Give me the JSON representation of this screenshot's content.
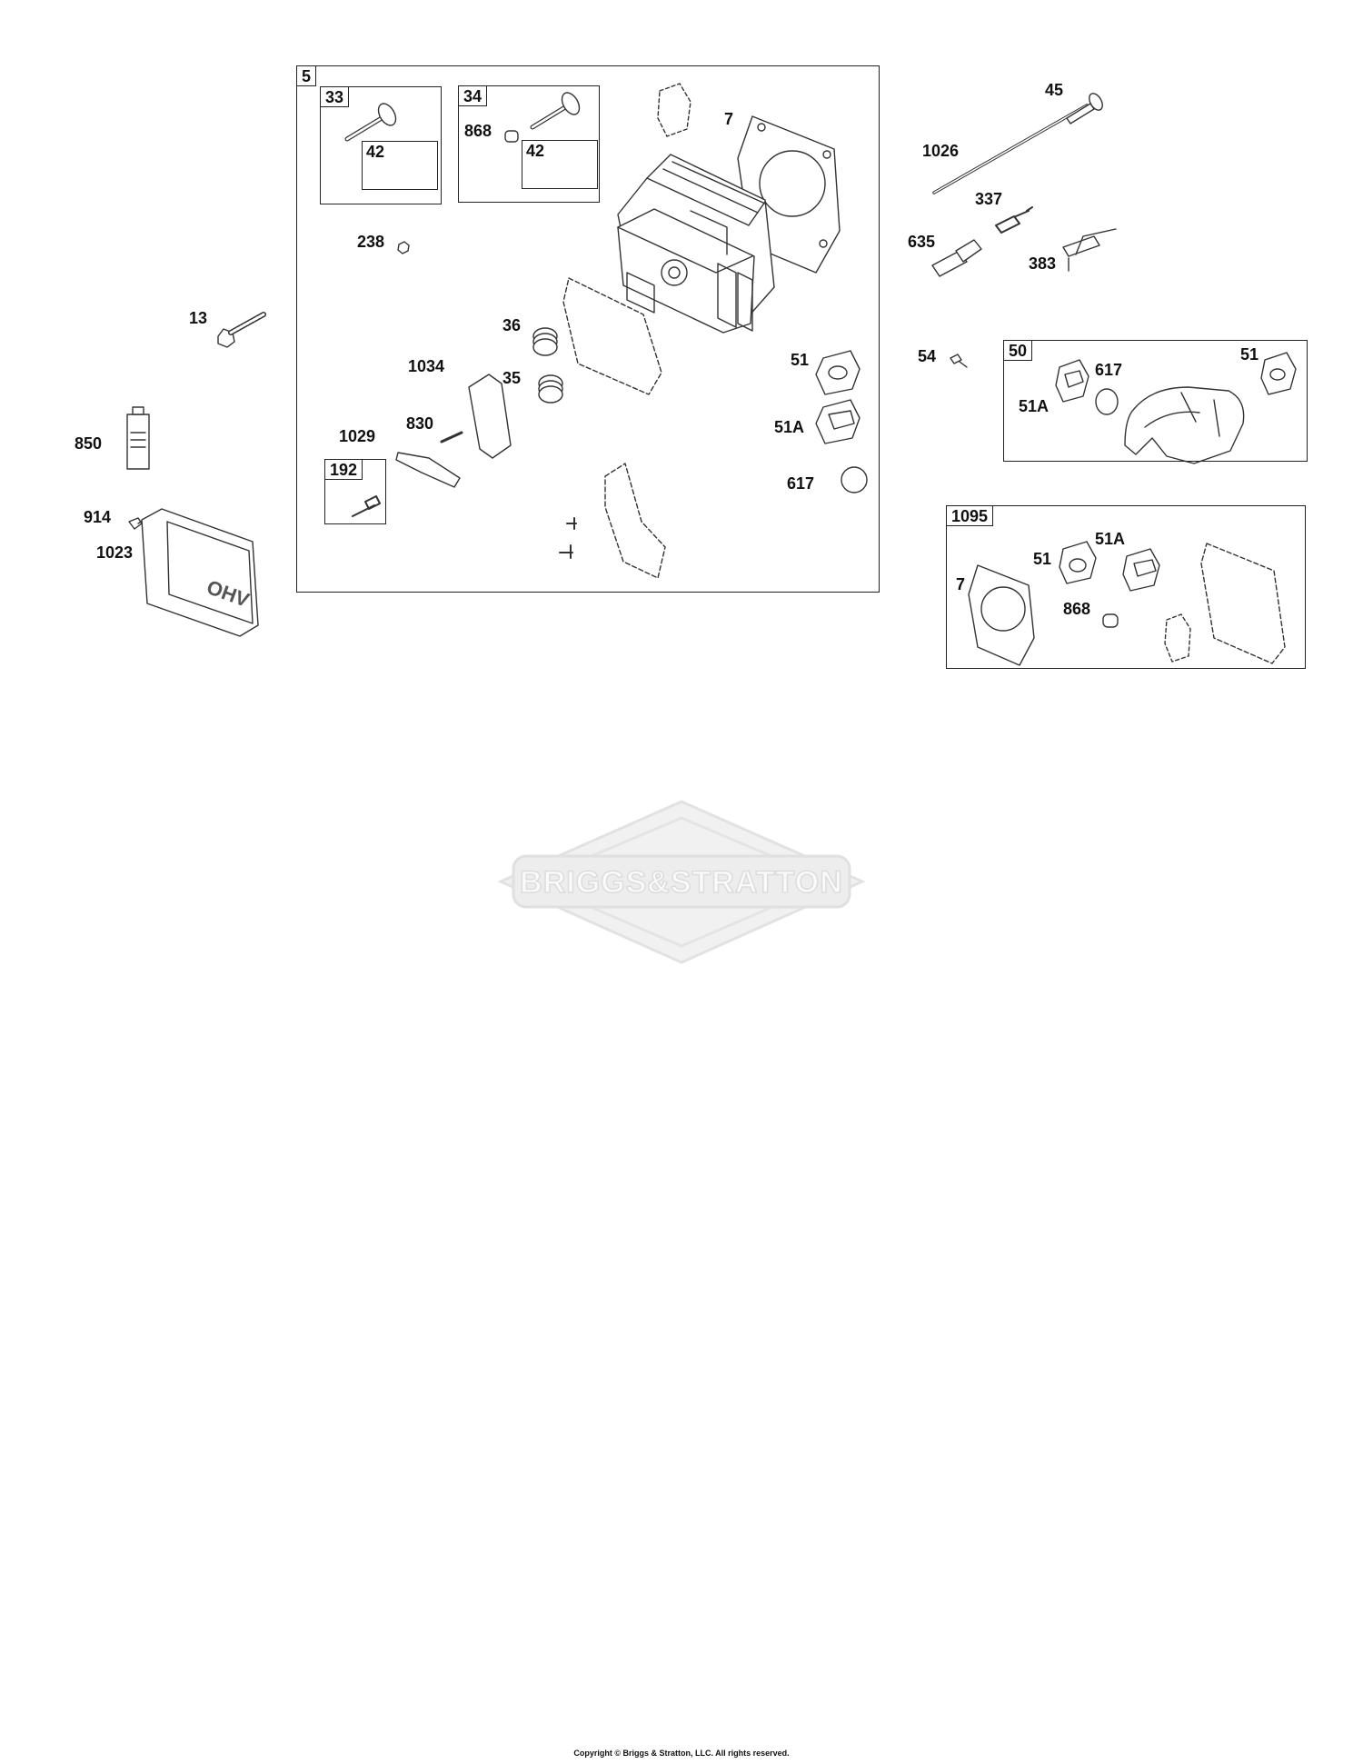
{
  "watermark": "BRIGGS&STRATTON",
  "footer": "Copyright © Briggs & Stratton, LLC. All rights reserved.",
  "kits": {
    "cylinder_head_kit": {
      "tag": "5"
    },
    "intake_valve_kit": {
      "tag": "33",
      "seal_tag": "42"
    },
    "exhaust_valve_kit": {
      "tag": "34",
      "seal_tag": "42",
      "cap": "868"
    },
    "adjuster_kit": {
      "tag": "192"
    },
    "manifold_kit": {
      "tag": "50"
    },
    "gasket_set": {
      "tag": "1095"
    }
  },
  "callouts": {
    "c7": "7",
    "c238": "238",
    "c36": "36",
    "c35": "35",
    "c1034": "1034",
    "c1029": "1029",
    "c830": "830",
    "c51": "51",
    "c51a": "51A",
    "c617": "617",
    "c13": "13",
    "c850": "850",
    "c914": "914",
    "c1023": "1023",
    "c45": "45",
    "c1026": "1026",
    "c337": "337",
    "c635": "635",
    "c383": "383",
    "c54": "54",
    "m51a": "51A",
    "m617": "617",
    "m51": "51",
    "g7": "7",
    "g51": "51",
    "g51a": "51A",
    "g868": "868"
  }
}
